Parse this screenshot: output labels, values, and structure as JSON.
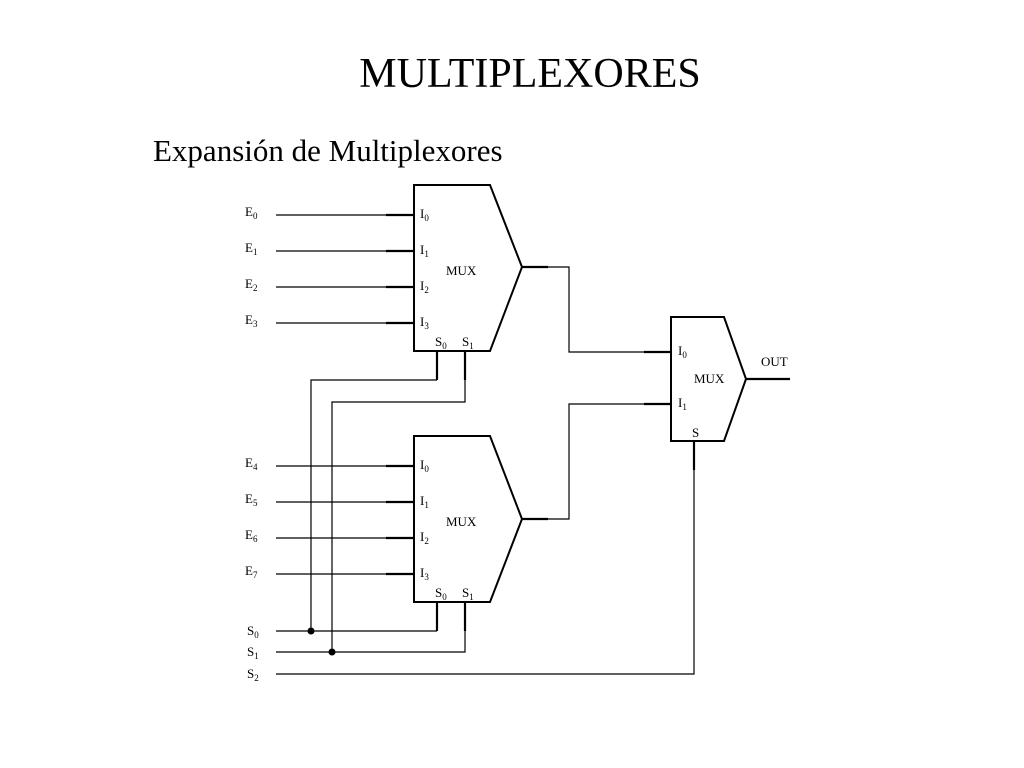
{
  "title": "MULTIPLEXORES",
  "subtitle": "Expansión de Multiplexores",
  "mux_label": "MUX",
  "output_label": "OUT",
  "left_inputs": {
    "top": [
      {
        "base": "E",
        "sub": "0"
      },
      {
        "base": "E",
        "sub": "1"
      },
      {
        "base": "E",
        "sub": "2"
      },
      {
        "base": "E",
        "sub": "3"
      }
    ],
    "bottom": [
      {
        "base": "E",
        "sub": "4"
      },
      {
        "base": "E",
        "sub": "5"
      },
      {
        "base": "E",
        "sub": "6"
      },
      {
        "base": "E",
        "sub": "7"
      }
    ]
  },
  "mux4_inputs": [
    {
      "base": "I",
      "sub": "0"
    },
    {
      "base": "I",
      "sub": "1"
    },
    {
      "base": "I",
      "sub": "2"
    },
    {
      "base": "I",
      "sub": "3"
    }
  ],
  "mux4_selects": [
    {
      "base": "S",
      "sub": "0"
    },
    {
      "base": "S",
      "sub": "1"
    }
  ],
  "mux2_inputs": [
    {
      "base": "I",
      "sub": "0"
    },
    {
      "base": "I",
      "sub": "1"
    }
  ],
  "mux2_select": "S",
  "select_lines": [
    {
      "base": "S",
      "sub": "0"
    },
    {
      "base": "S",
      "sub": "1"
    },
    {
      "base": "S",
      "sub": "2"
    }
  ]
}
